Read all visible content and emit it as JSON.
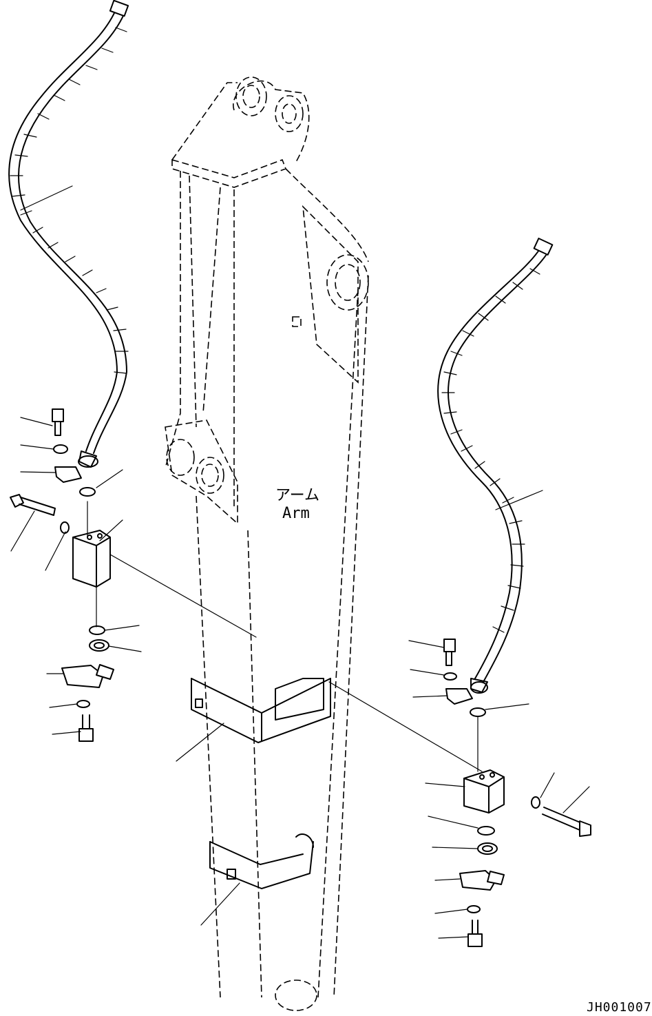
{
  "labels": {
    "arm_ja": "アーム",
    "arm_en": "Arm",
    "drawing_id": "JH001007"
  }
}
